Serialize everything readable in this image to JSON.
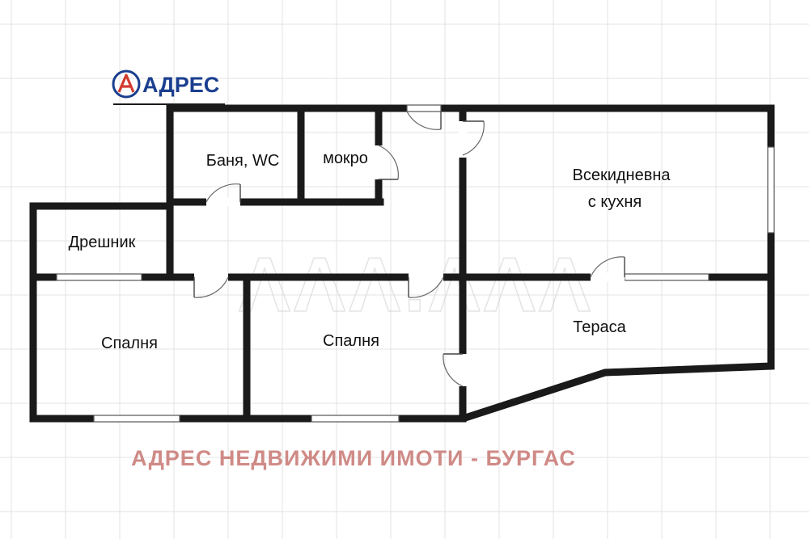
{
  "brand": {
    "logo_text": "АДРЕС",
    "logo_icon": "a-letter-circle-icon",
    "primary_color": "#1b3f8f",
    "accent_color": "#d23b2f"
  },
  "rooms": {
    "bath": "Баня, WC",
    "wet": "мокро",
    "living_line1": "Всекидневна",
    "living_line2": "с кухня",
    "closet": "Дрешник",
    "bedroom_left": "Спалня",
    "bedroom_middle": "Спалня",
    "terrace": "Тераса"
  },
  "footer": {
    "text": "АДРЕС НЕДВИЖИМИ ИМОТИ - БУРГАС",
    "color": "#cf8a86"
  }
}
